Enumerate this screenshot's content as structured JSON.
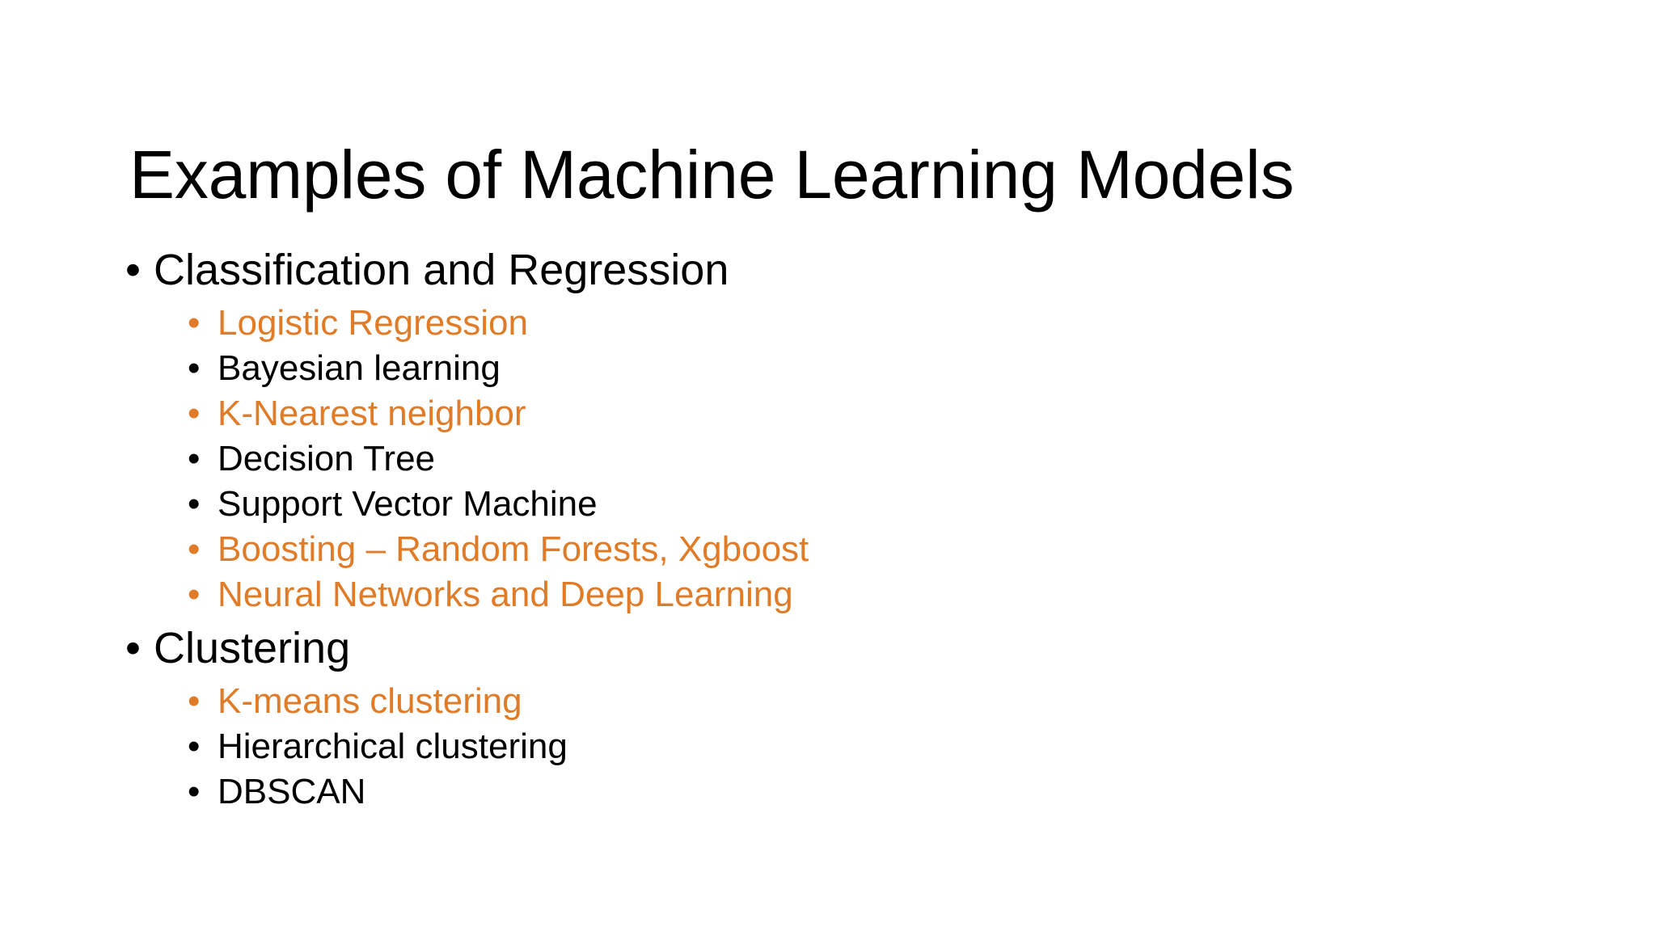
{
  "slide": {
    "title": "Examples of Machine Learning Models",
    "background_color": "#FFFFFF",
    "title_color": "#000000",
    "accent_color": "#E07B28",
    "body_color": "#000000",
    "bullet_glyph": "•"
  },
  "body": {
    "items": [
      {
        "level": 1,
        "text": "Classification and Regression",
        "color": "#000000"
      },
      {
        "level": 2,
        "text": "Logistic Regression",
        "color": "#E07B28"
      },
      {
        "level": 2,
        "text": "Bayesian learning",
        "color": "#000000"
      },
      {
        "level": 2,
        "text": "K-Nearest neighbor",
        "color": "#E07B28"
      },
      {
        "level": 2,
        "text": "Decision Tree",
        "color": "#000000"
      },
      {
        "level": 2,
        "text": "Support Vector Machine",
        "color": "#000000"
      },
      {
        "level": 2,
        "text": "Boosting – Random Forests, Xgboost",
        "color": "#E07B28"
      },
      {
        "level": 2,
        "text": "Neural Networks and Deep Learning",
        "color": "#E07B28"
      },
      {
        "level": 1,
        "text": "Clustering",
        "color": "#000000"
      },
      {
        "level": 2,
        "text": "K-means clustering",
        "color": "#E07B28"
      },
      {
        "level": 2,
        "text": "Hierarchical clustering",
        "color": "#000000"
      },
      {
        "level": 2,
        "text": "DBSCAN",
        "color": "#000000"
      }
    ]
  }
}
